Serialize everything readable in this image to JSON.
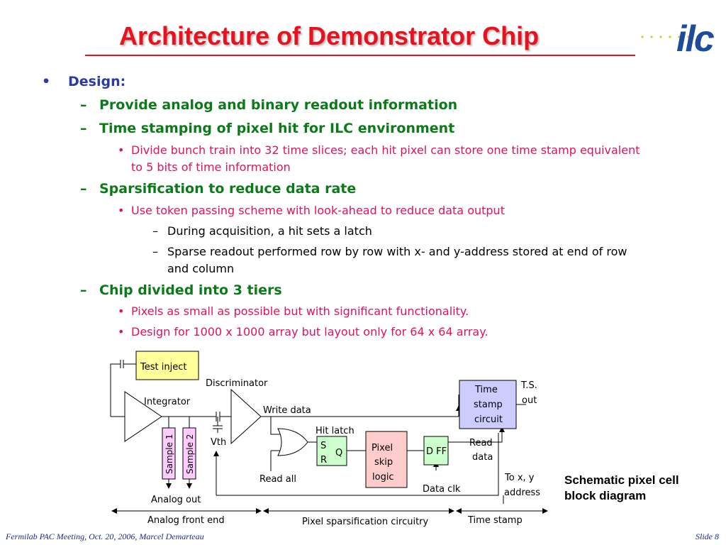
{
  "title": "Architecture of Demonstrator Chip",
  "logo": {
    "icon": "ilc-logo",
    "text": "ilc",
    "accent": "#1e4b9a",
    "dot_color": "#d6cc2a"
  },
  "bullets": [
    {
      "level": 1,
      "marker": "•",
      "text": "Design:"
    },
    {
      "level": 2,
      "marker": "–",
      "text": "Provide analog and binary readout information"
    },
    {
      "level": 2,
      "marker": "–",
      "text": "Time stamping of pixel hit for ILC environment"
    },
    {
      "level": 3,
      "marker": "•",
      "text": "Divide bunch train into 32 time slices; each hit pixel can store one time stamp equivalent"
    },
    {
      "level": 3,
      "marker": "",
      "text": "to 5 bits of time information"
    },
    {
      "level": 2,
      "marker": "–",
      "text": "Sparsification to reduce data rate"
    },
    {
      "level": 3,
      "marker": "•",
      "text": "Use token passing scheme with look-ahead to reduce data output"
    },
    {
      "level": 4,
      "marker": "–",
      "text": "During acquisition, a hit sets a latch"
    },
    {
      "level": 4,
      "marker": "–",
      "text": "Sparse readout performed row by row with x- and y-address stored at end of row"
    },
    {
      "level": 4,
      "marker": "",
      "text": "and column"
    },
    {
      "level": 2,
      "marker": "–",
      "text": "Chip divided into 3 tiers"
    },
    {
      "level": 3,
      "marker": "•",
      "text": "Pixels as small as possible but with significant functionality."
    },
    {
      "level": 3,
      "marker": "•",
      "text": "Design for 1000 x 1000 array but layout only for 64 x 64 array."
    }
  ],
  "diagram": {
    "test_inject": "Test inject",
    "integrator": "Integrator",
    "discriminator": "Discriminator",
    "write_data": "Write data",
    "sample1": "Sample 1",
    "sample2": "Sample 2",
    "vth": "Vth",
    "analog_out": "Analog out",
    "hit_latch": "Hit latch",
    "latch_s": "S",
    "latch_r": "R",
    "latch_q": "Q",
    "read_all": "Read all",
    "pixel_skip_1": "Pixel",
    "pixel_skip_2": "skip",
    "pixel_skip_3": "logic",
    "dff": "D FF",
    "data_clk": "Data clk",
    "read_data_1": "Read",
    "read_data_2": "data",
    "time_stamp_1": "Time",
    "time_stamp_2": "stamp",
    "time_stamp_3": "circuit",
    "ts_out_1": "T.S.",
    "ts_out_2": "out",
    "to_xy_1": "To x, y",
    "to_xy_2": "address",
    "region_analog": "Analog front end",
    "region_sparse": "Pixel sparsification circuitry",
    "region_time": "Time stamp",
    "colors": {
      "test_inject_fill": "#ffff99",
      "sample_fill": "#ffccff",
      "latch_fill": "#ccffcc",
      "pixel_skip_fill": "#ffcccc",
      "dff_fill": "#ccffcc",
      "time_stamp_fill": "#ccccff"
    }
  },
  "caption": [
    "Schematic pixel cell",
    "block diagram"
  ],
  "footer": {
    "left": "Fermilab PAC Meeting, Oct. 20, 2006, Marcel Demarteau",
    "right": "Slide 8"
  },
  "colors": {
    "title": "#e8121e",
    "level1": "#2b3aa6",
    "level2": "#0b7a18",
    "level3": "#e0115f",
    "level4": "#000000",
    "footer": "#1e2a8a"
  }
}
